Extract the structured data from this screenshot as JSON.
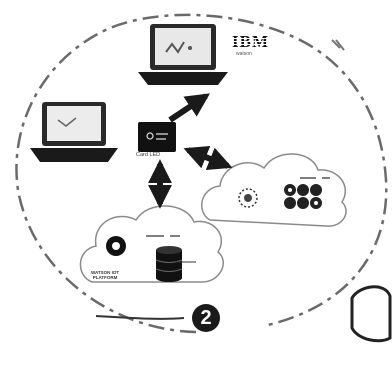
{
  "ibm_logo": {
    "word": "IBM",
    "subtitle": "watson"
  },
  "cloud_card": {
    "label": "Card LED"
  },
  "platform": {
    "label": "WATSON IOT\nPLATFORM"
  },
  "step": {
    "number": "2"
  },
  "colors": {
    "ink": "#1a1a1a",
    "cloud_fill": "#ffffff",
    "cloud_stroke": "#8a8a8a",
    "screen": "#e8e8e8"
  },
  "icons": [
    "laptop-icon",
    "card-device-icon",
    "cloud-icon",
    "gear-icon",
    "database-icon",
    "watson-globe-icon",
    "sensor-cluster-icon",
    "double-arrow-icon",
    "arrow-icon"
  ]
}
